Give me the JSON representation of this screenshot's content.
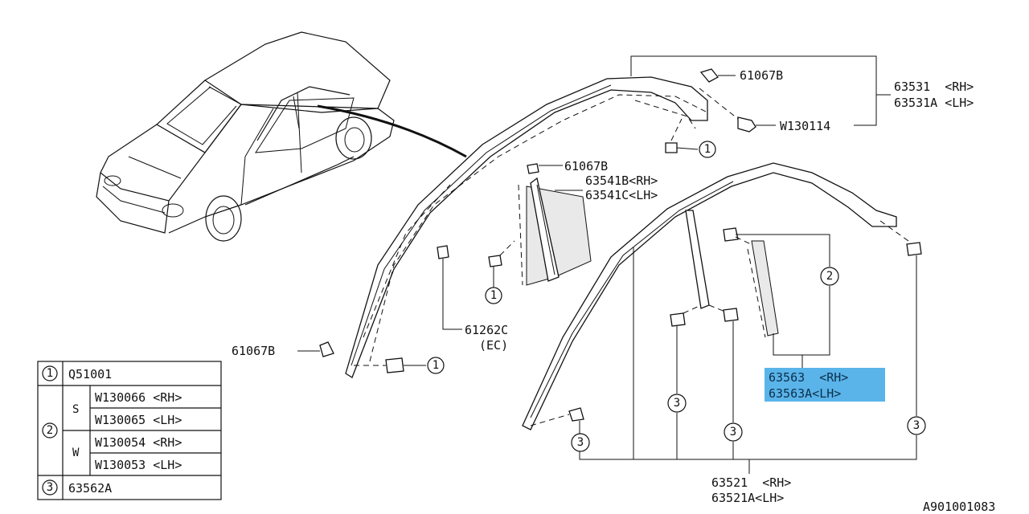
{
  "parts": {
    "top_clip": "61067B",
    "top_molding_rh": "63531  <RH>",
    "top_molding_lh": "63531A <LH>",
    "top_screw": "W130114",
    "pillar_clip": "61067B",
    "pillar_molding_rh": "63541B<RH>",
    "pillar_molding_lh": "63541C<LH>",
    "side_clip": "61262C",
    "side_clip_sub": "(EC)",
    "lower_clip": "61067B",
    "seal_rh": "63563  <RH>",
    "seal_lh": "63563A<LH>",
    "drip_rh": "63521  <RH>",
    "drip_lh": "63521A<LH>"
  },
  "callouts": {
    "one": "1",
    "two": "2",
    "three": "3"
  },
  "legend": {
    "row1_num": "1",
    "row1_part": "Q51001",
    "row2_num": "2",
    "s_label": "S",
    "s_rh": "W130066 <RH>",
    "s_lh": "W130065 <LH>",
    "w_label": "W",
    "w_rh": "W130054 <RH>",
    "w_lh": "W130053 <LH>",
    "row3_num": "3",
    "row3_part": "63562A"
  },
  "diagram_code": "A901001083",
  "colors": {
    "highlight": "#5ab4ea",
    "line": "#111111",
    "background": "#ffffff"
  }
}
